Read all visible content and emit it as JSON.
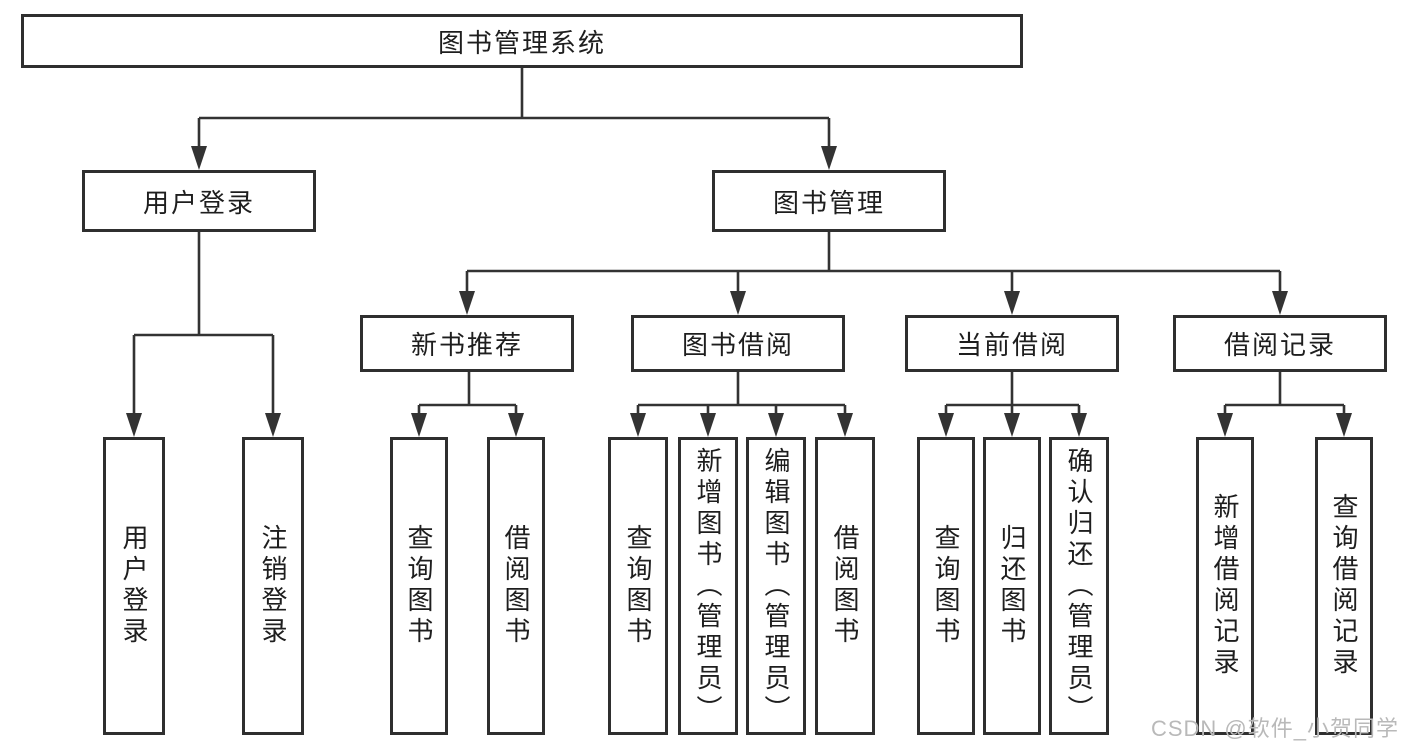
{
  "tree": {
    "label": "图书管理系统",
    "children": [
      {
        "label": "用户登录",
        "children": [
          {
            "label": "用户登录"
          },
          {
            "label": "注销登录"
          }
        ]
      },
      {
        "label": "图书管理",
        "children": [
          {
            "label": "新书推荐",
            "children": [
              {
                "label": "查询图书"
              },
              {
                "label": "借阅图书"
              }
            ]
          },
          {
            "label": "图书借阅",
            "children": [
              {
                "label": "查询图书"
              },
              {
                "label": "新增图书（管理员）"
              },
              {
                "label": "编辑图书（管理员）"
              },
              {
                "label": "借阅图书"
              }
            ]
          },
          {
            "label": "当前借阅",
            "children": [
              {
                "label": "查询图书"
              },
              {
                "label": "归还图书"
              },
              {
                "label": "确认归还（管理员）"
              }
            ]
          },
          {
            "label": "借阅记录",
            "children": [
              {
                "label": "新增借阅记录"
              },
              {
                "label": "查询借阅记录"
              }
            ]
          }
        ]
      }
    ]
  },
  "watermark": {
    "text": "CSDN @软件_小贺同学"
  },
  "colors": {
    "line": "#333333",
    "box_border": "#2f2f2f",
    "text": "#1e1e1e",
    "watermark": "#b9b9b9",
    "background": "#ffffff"
  }
}
